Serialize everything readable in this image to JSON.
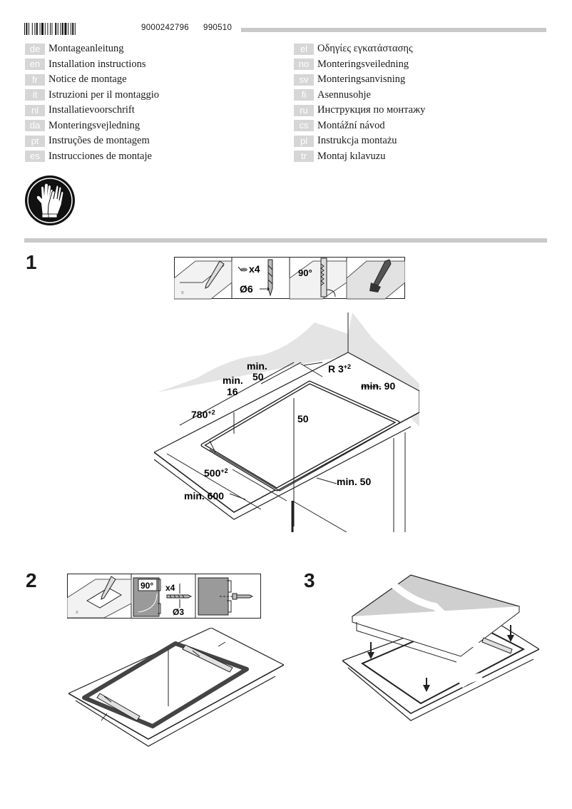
{
  "header": {
    "doc_number": "9000242796",
    "doc_date": "990510"
  },
  "languages_left": [
    {
      "code": "de",
      "title": "Montageanleitung"
    },
    {
      "code": "en",
      "title": "Installation instructions"
    },
    {
      "code": "fr",
      "title": "Notice de montage"
    },
    {
      "code": "it",
      "title": "Istruzioni per il montaggio"
    },
    {
      "code": "nl",
      "title": "Installatievoorschrift"
    },
    {
      "code": "da",
      "title": "Monteringsvejledning"
    },
    {
      "code": "pt",
      "title": "Instruções de montagem"
    },
    {
      "code": "es",
      "title": "Instrucciones de montaje"
    }
  ],
  "languages_right": [
    {
      "code": "el",
      "title": "Οδηγίες εγκατάστασης"
    },
    {
      "code": "no",
      "title": "Monteringsveiledning"
    },
    {
      "code": "sv",
      "title": "Monteringsanvisning"
    },
    {
      "code": "fi",
      "title": "Asennusohje"
    },
    {
      "code": "ru",
      "title": "Инструкция по монтажу"
    },
    {
      "code": "cs",
      "title": "Montážní návod"
    },
    {
      "code": "pl",
      "title": "Instrukcja montażu"
    },
    {
      "code": "tr",
      "title": "Montaj kılavuzu"
    }
  ],
  "icons": {
    "safety": "gloves-icon",
    "tools_step1": [
      "pencil-icon",
      "drill-bit-icon",
      "jigsaw-icon",
      "brush-icon"
    ],
    "tools_step2": [
      "pencil-icon",
      "bracket-icon",
      "screw-icon"
    ]
  },
  "steps": [
    {
      "number": "1",
      "toolbar": {
        "qty": "x4",
        "bit": "Ø6",
        "angle": "90°"
      },
      "dims": {
        "min50_top_a": "min.",
        "min50_top_b": "50",
        "min16_a": "min.",
        "min16_b": "16",
        "radius": "R 3",
        "radius_sup": "+2",
        "min90": "min. 90",
        "width": "780",
        "width_sup": "+2",
        "gap50": "50",
        "depth": "500",
        "depth_sup": "+2",
        "min50_right": "min. 50",
        "min600": "min. 600"
      }
    },
    {
      "number": "2",
      "toolbar": {
        "angle": "90°",
        "qty": "x4",
        "screw": "Ø3"
      }
    },
    {
      "number": "3"
    }
  ]
}
